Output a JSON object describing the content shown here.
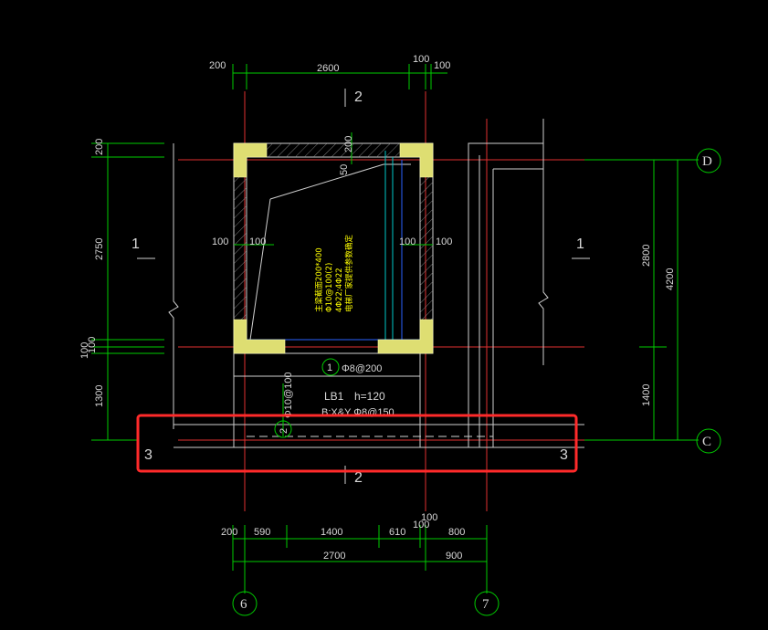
{
  "dims_top": {
    "d1": "200",
    "d2": "2600",
    "d3": "100",
    "d4": "100"
  },
  "dims_bottom_row1": {
    "d1": "200",
    "d2": "590",
    "d3": "1400",
    "d4": "610",
    "d5": "100",
    "d6": "100",
    "d7": "800"
  },
  "dims_bottom_row2": {
    "d1": "2700",
    "d2": "900"
  },
  "dims_left": {
    "d1": "200",
    "d2": "2750",
    "d3": "100",
    "d4": "100",
    "d5": "1300"
  },
  "dims_right": {
    "d1": "2800",
    "d2": "1400",
    "d3": "4200"
  },
  "dims_inner": {
    "left_a": "100",
    "left_b": "100",
    "right_a": "100",
    "right_b": "100",
    "top_a": "200",
    "top_b": "50"
  },
  "section_marks": {
    "top": "2",
    "bottom": "2",
    "left": "1",
    "right": "1",
    "band_left": "3",
    "band_right": "3"
  },
  "axes": {
    "d": "D",
    "c": "C",
    "six": "6",
    "seven": "7"
  },
  "beam_note": [
    "主梁截面200*400",
    "Φ10@100(2)",
    "4Φ22;4Φ22",
    "电梯厂家提供参数确定"
  ],
  "rebar_1": {
    "num": "1",
    "text": "Φ8@200"
  },
  "rebar_2": {
    "num": "2",
    "text": "Φ10@100"
  },
  "slab": {
    "name": "LB1",
    "thickness": "h=120",
    "rebar": "B:X&Y Φ8@150"
  },
  "colors": {
    "background": "#000000",
    "dimension": "#00cc00",
    "axis_line": "#e03030",
    "wall": "#cfcfcf",
    "note": "#ffff00",
    "highlight": "#ff2a2a"
  }
}
